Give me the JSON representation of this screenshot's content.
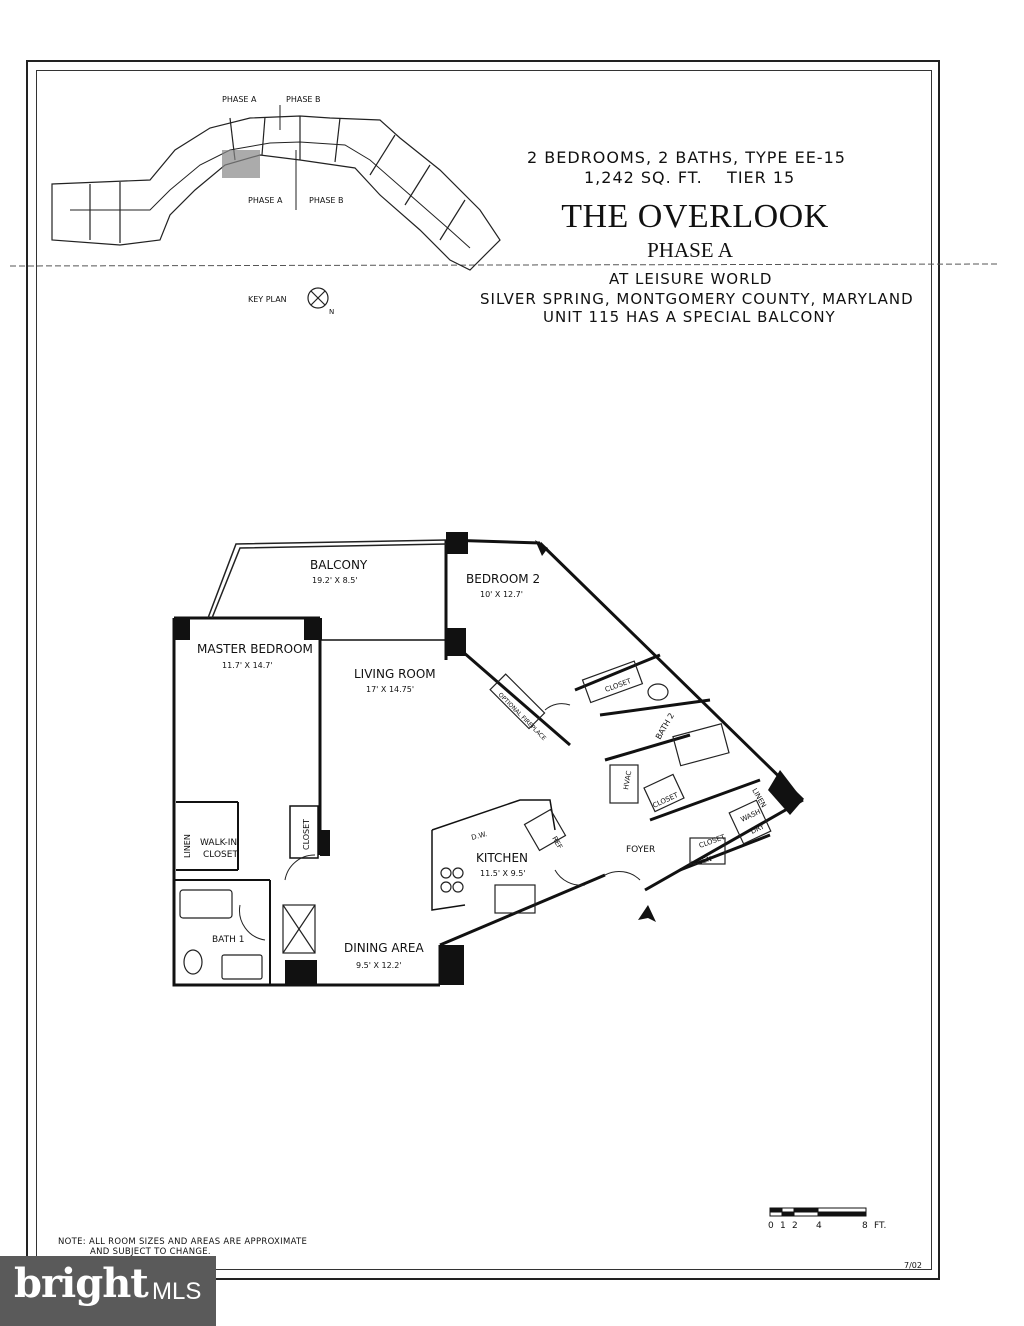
{
  "header": {
    "line1": "2 BEDROOMS, 2 BATHS, TYPE EE-15",
    "line2": "1,242 SQ. FT.    TIER 15",
    "title": "THE OVERLOOK",
    "phase": "PHASE A",
    "loc1": "AT LEISURE WORLD",
    "loc2": "SILVER SPRING, MONTGOMERY COUNTY, MARYLAND",
    "loc3": "UNIT 115 HAS A SPECIAL BALCONY"
  },
  "keyplan": {
    "phase_a_top": "PHASE A",
    "phase_b_top": "PHASE B",
    "phase_a_bottom": "PHASE A",
    "phase_b_bottom": "PHASE B",
    "key_label": "KEY PLAN",
    "north": "N"
  },
  "rooms": {
    "balcony": {
      "name": "BALCONY",
      "size": "19.2' X 8.5'"
    },
    "bedroom2": {
      "name": "BEDROOM 2",
      "size": "10' X 12.7'"
    },
    "master": {
      "name": "MASTER BEDROOM",
      "size": "11.7' X 14.7'"
    },
    "living": {
      "name": "LIVING ROOM",
      "size": "17' X 14.75'"
    },
    "kitchen": {
      "name": "KITCHEN",
      "size": "11.5' X 9.5'"
    },
    "dining": {
      "name": "DINING AREA",
      "size": "9.5' X 12.2'"
    },
    "foyer": "FOYER",
    "bath1": "BATH 1",
    "bath2": "BATH 2",
    "walkin1": "WALK-IN",
    "walkin2": "CLOSET",
    "linen": "LINEN",
    "closet": "CLOSET",
    "hvac": "HVAC",
    "wash": "WASH",
    "dry": "DRY",
    "dw": "D.W.",
    "ref": "REF",
    "fireplace": "OPTIONAL FIREPLACE"
  },
  "scale": {
    "ticks": [
      "0",
      "1",
      "2",
      "4",
      "8"
    ],
    "unit": "FT."
  },
  "note": {
    "line1": "NOTE:  ALL ROOM SIZES AND AREAS ARE APPROXIMATE",
    "line2": "AND SUBJECT TO CHANGE."
  },
  "date": "7/02",
  "logo": {
    "brand": "bright",
    "suffix": "MLS"
  }
}
